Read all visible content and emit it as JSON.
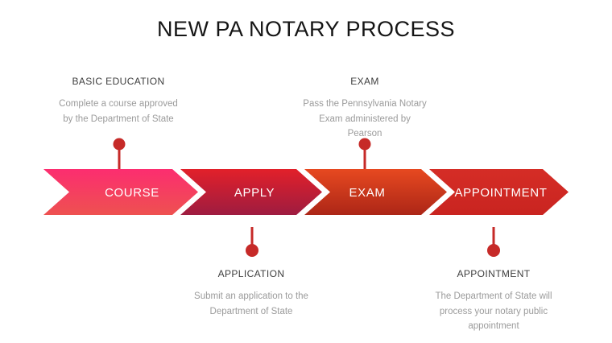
{
  "title": "NEW PA NOTARY PROCESS",
  "steps": [
    {
      "label": "COURSE",
      "color_top": "#FC2D70",
      "color_bottom": "#EE5150"
    },
    {
      "label": "APPLY",
      "color_top": "#E2202A",
      "color_bottom": "#9E1C40"
    },
    {
      "label": "EXAM",
      "color_top": "#E74920",
      "color_bottom": "#AC2617"
    },
    {
      "label": "APPOINTMENT",
      "color_top": "#D52D26",
      "color_bottom": "#C92420"
    }
  ],
  "pin_color": "#C62A28",
  "annotations": {
    "basic_education": {
      "heading": "BASIC EDUCATION",
      "lines": [
        "Complete a course approved",
        "by the Department of State"
      ]
    },
    "exam": {
      "heading": "EXAM",
      "lines": [
        "Pass the Pennsylvania Notary",
        "Exam administered by",
        "Pearson"
      ]
    },
    "application": {
      "heading": "APPLICATION",
      "lines": [
        "Submit an application to the",
        "Department of State"
      ]
    },
    "appointment": {
      "heading": "APPOINTMENT",
      "lines": [
        "The Department of State will",
        "process your notary public",
        "appointment"
      ]
    }
  }
}
